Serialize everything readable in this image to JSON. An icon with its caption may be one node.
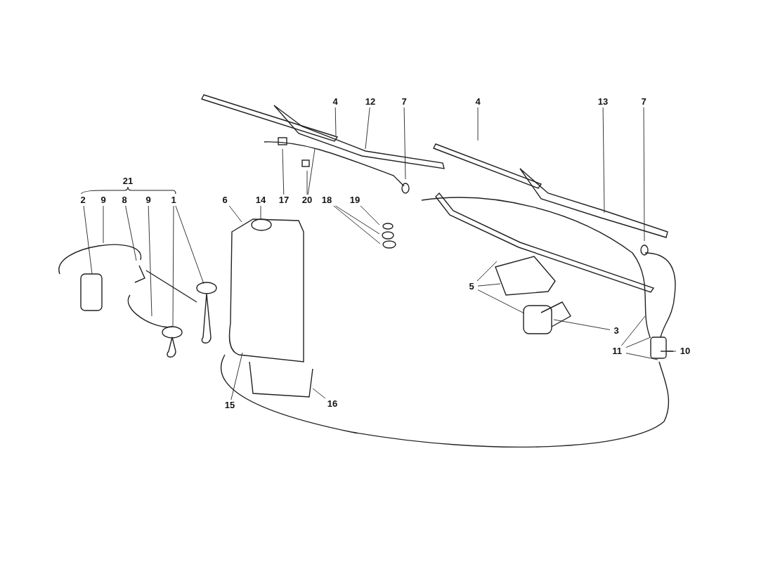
{
  "diagram": {
    "nodes": [
      {
        "text": [
          "4"
        ]
      },
      {
        "text": [
          "12"
        ]
      },
      {
        "text": [
          "7"
        ]
      },
      {
        "text": [
          "4"
        ]
      },
      {
        "text": [
          "13"
        ]
      },
      {
        "text": [
          "7"
        ]
      },
      {
        "text": [
          "2"
        ]
      },
      {
        "text": [
          "9"
        ]
      },
      {
        "text": [
          "8"
        ]
      },
      {
        "text": [
          "9"
        ]
      },
      {
        "text": [
          "1"
        ]
      },
      {
        "text": [
          "6"
        ]
      },
      {
        "text": [
          "14"
        ]
      },
      {
        "text": [
          "17"
        ]
      },
      {
        "text": [
          "20"
        ]
      },
      {
        "text": [
          "18"
        ]
      },
      {
        "text": [
          "19"
        ]
      },
      {
        "text": [
          "5"
        ]
      },
      {
        "text": [
          "3"
        ]
      },
      {
        "text": [
          "11"
        ]
      },
      {
        "text": [
          "10"
        ]
      },
      {
        "text": [
          "15"
        ]
      },
      {
        "text": [
          "16"
        ]
      }
    ],
    "edges": [
      {
        "from": 0,
        "to": null,
        "arrow": "none"
      },
      {
        "from": 1,
        "to": null,
        "arrow": "none"
      },
      {
        "from": 2,
        "to": null,
        "arrow": "none"
      },
      {
        "from": 3,
        "to": null,
        "arrow": "none"
      },
      {
        "from": 4,
        "to": null,
        "arrow": "none"
      },
      {
        "from": 5,
        "to": null,
        "arrow": "none"
      },
      {
        "from": 6,
        "to": null,
        "arrow": "none"
      },
      {
        "from": 7,
        "to": null,
        "arrow": "none"
      },
      {
        "from": 8,
        "to": null,
        "arrow": "none"
      },
      {
        "from": 9,
        "to": null,
        "arrow": "none"
      },
      {
        "from": 10,
        "to": null,
        "arrow": "none"
      },
      {
        "from": 10,
        "to": null,
        "arrow": "none"
      },
      {
        "from": 11,
        "to": null,
        "arrow": "none"
      },
      {
        "from": 12,
        "to": null,
        "arrow": "none"
      },
      {
        "from": 13,
        "to": null,
        "arrow": "none"
      },
      {
        "from": 14,
        "to": null,
        "arrow": "none"
      },
      {
        "from": 14,
        "to": null,
        "arrow": "none"
      },
      {
        "from": 15,
        "to": null,
        "arrow": "none"
      },
      {
        "from": 15,
        "to": null,
        "arrow": "none"
      },
      {
        "from": 16,
        "to": null,
        "arrow": "none"
      },
      {
        "from": 17,
        "to": null,
        "arrow": "none"
      },
      {
        "from": 17,
        "to": null,
        "arrow": "none"
      },
      {
        "from": 17,
        "to": null,
        "arrow": "none"
      },
      {
        "from": 18,
        "to": null,
        "arrow": "none"
      },
      {
        "from": 19,
        "to": null,
        "arrow": "none"
      },
      {
        "from": 19,
        "to": null,
        "arrow": "none"
      },
      {
        "from": 19,
        "to": null,
        "arrow": "none"
      },
      {
        "from": 20,
        "to": null,
        "arrow": "none"
      },
      {
        "from": 21,
        "to": null,
        "arrow": "none"
      },
      {
        "from": 22,
        "to": null,
        "arrow": "none"
      }
    ],
    "labels": [
      "21"
    ]
  }
}
